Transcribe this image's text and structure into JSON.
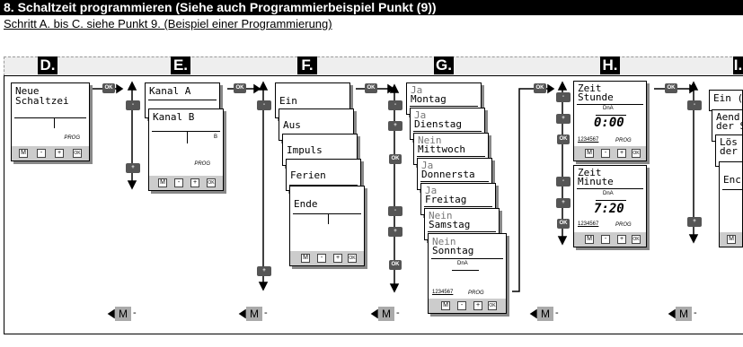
{
  "title": "8. Schaltzeit programmieren (Siehe auch Programmierbeispiel Punkt (9))",
  "subtitle": "Schritt A. bis C. siehe Punkt 9. (Beispiel einer Programmierung)",
  "steps": [
    "D.",
    "E.",
    "F.",
    "G.",
    "H.",
    "I."
  ],
  "d": {
    "line1": "Neue",
    "line2": "Schaltzei",
    "prog": "PROG"
  },
  "e": {
    "card1": "Kanal A",
    "card2": "Kanal B",
    "b": "B",
    "prog": "PROG"
  },
  "f": {
    "items": [
      "Ein",
      "Aus",
      "Impuls",
      "Ferien",
      "Ende"
    ]
  },
  "g": {
    "ja": "Ja",
    "nein": "Nein",
    "days": [
      "Montag",
      "Dienstag",
      "Mittwoch",
      "Donnersta",
      "Freitag",
      "Samstag",
      "Sonntag"
    ],
    "dna": "DnA",
    "daynums": "1234567",
    "prog": "PROG"
  },
  "h": {
    "card1": {
      "line1": "Zeit",
      "line2": "Stunde",
      "dna": "DnA",
      "time": "0:00",
      "days": "1234567",
      "prog": "PROG"
    },
    "card2": {
      "line1": "Zeit",
      "line2": "Minute",
      "dna": "DnA",
      "time": "7:20",
      "days": "1234567",
      "prog": "PROG"
    }
  },
  "i": {
    "line1": "Ein (",
    "line2": "Aend",
    "line3": "der S",
    "line4": "Lös",
    "line5": "der",
    "line6": "Enc"
  },
  "buttons": {
    "m": "M",
    "minus": "-",
    "plus": "+",
    "ok": "OK"
  },
  "nav": {
    "m": "M",
    "dash": "-"
  }
}
